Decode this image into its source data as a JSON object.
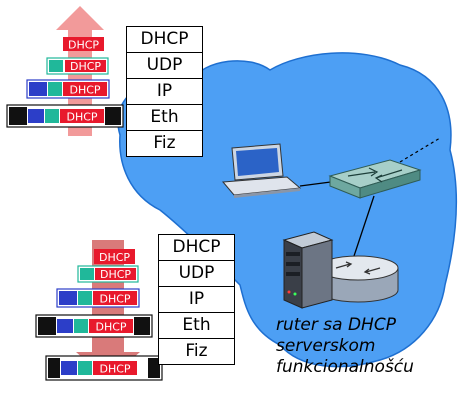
{
  "protocol_stack_top": {
    "layers": [
      "DHCP",
      "UDP",
      "IP",
      "Eth",
      "Fiz"
    ]
  },
  "protocol_stack_bottom": {
    "layers": [
      "DHCP",
      "UDP",
      "IP",
      "Eth",
      "Fiz"
    ]
  },
  "packet_label": "DHCP",
  "router_caption": {
    "lines": [
      "ruter sa DHCP",
      "serverskom",
      "funkcionalnošću"
    ]
  },
  "colors": {
    "cloud": "#4d9ff4",
    "cloud_outline": "#1e6fd0",
    "dhcp_segment": "#e8192c",
    "udp_segment": "#20b89a",
    "ip_segment": "#2c3ec8",
    "eth_segment": "#111111",
    "arrow_up": "#f29a9a",
    "arrow_down": "#d97a7a"
  }
}
